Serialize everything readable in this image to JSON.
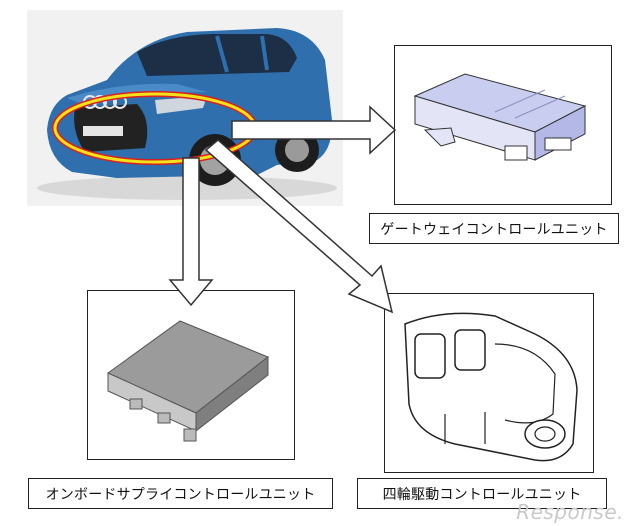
{
  "components": [
    {
      "id": "gateway",
      "label": "ゲートウェイコントロールユニット"
    },
    {
      "id": "onboard_supply",
      "label": "オンボードサプライコントロールユニット"
    },
    {
      "id": "awd",
      "label": "四輪駆動コントロールユニット"
    }
  ],
  "watermark": "Response.",
  "colors": {
    "car_body": "#2f6fae",
    "highlight_ring_outer": "#f2e21b",
    "highlight_ring_inner": "#d91f1f",
    "arrow_fill": "#ffffff",
    "arrow_stroke": "#333333",
    "module_fill": "#c9cdf0"
  },
  "icons": [
    "car-photo",
    "gateway-module-drawing",
    "supply-module-drawing",
    "awd-module-drawing"
  ]
}
